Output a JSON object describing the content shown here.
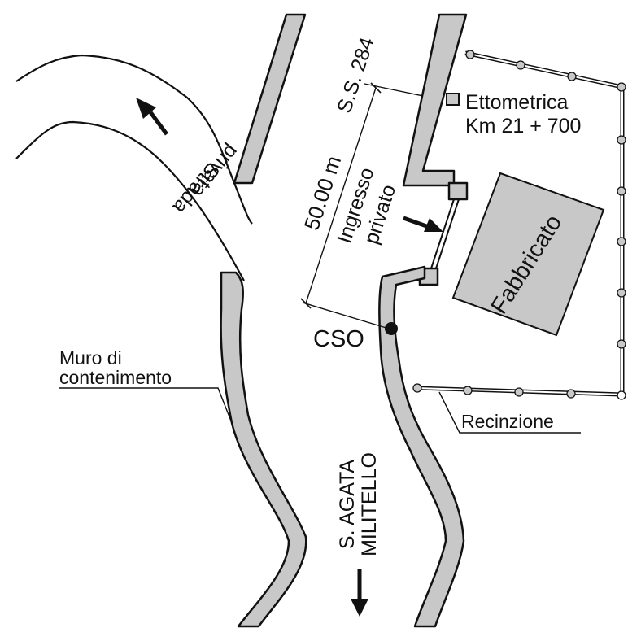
{
  "map": {
    "road_label_line1": "Strada",
    "road_label_line2": "privata",
    "highway_label": "S.S. 284",
    "milestone_label_line1": "Ettometrica",
    "milestone_label_line2": "Km 21 + 700",
    "distance_label": "50.00 m",
    "entrance_label_line1": "Ingresso",
    "entrance_label_line2": "privato",
    "building_label": "Fabbricato",
    "cso_label": "CSO",
    "retaining_wall_label_line1": "Muro di",
    "retaining_wall_label_line2": "contenimento",
    "fence_label": "Recinzione",
    "direction_label_line1": "S. AGATA",
    "direction_label_line2": "MILITELLO"
  },
  "colors": {
    "wall_fill": "#c8c8c8",
    "building_fill": "#c8c8c8",
    "fence_post": "#c8c8c8",
    "ink": "#111111"
  },
  "icons": [
    "arrow-up-icon",
    "arrow-right-icon",
    "arrow-down-icon",
    "cso-point-icon",
    "milestone-marker-icon"
  ]
}
